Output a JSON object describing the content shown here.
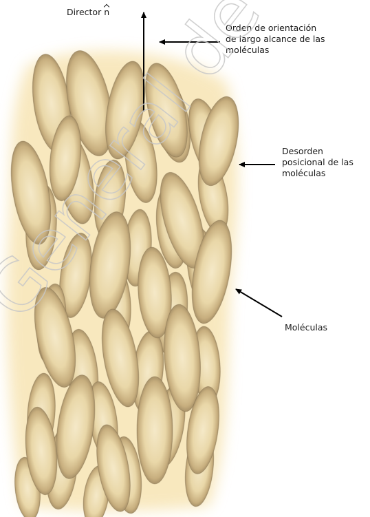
{
  "labels": {
    "director": "Director",
    "director_symbol": "n",
    "orden_lines": [
      "Orden de orientación",
      "de largo alcance de las",
      "moléculas"
    ],
    "desorden_lines": [
      "Desorden",
      "posicional de las",
      "moléculas"
    ],
    "moleculas": "Moléculas"
  },
  "watermark": "General de Bibli",
  "colors": {
    "molecule_fill": "#ecdcb2",
    "molecule_edge": "#8a7654",
    "glow": "#f4d27a",
    "arrow": "#000000",
    "watermark": "#c8c8c8"
  }
}
